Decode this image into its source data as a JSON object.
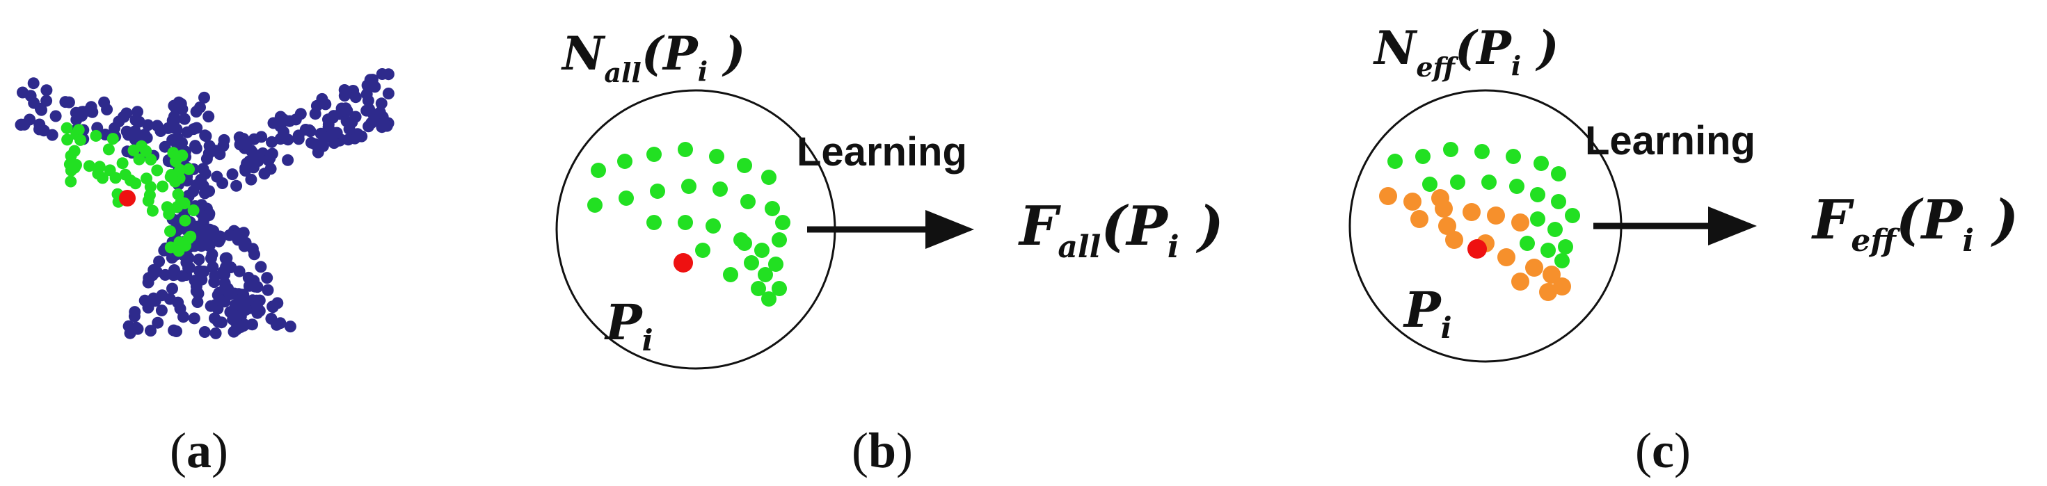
{
  "colors": {
    "point_cloud": "#2e2a8c",
    "neighbor": "#22e022",
    "center": "#ee1111",
    "effective": "#f6902c",
    "stroke": "#111111"
  },
  "panels": [
    {
      "id": "a",
      "caption_letter": "a"
    },
    {
      "id": "b",
      "neighborhood_symbol": "N",
      "neighborhood_subscript": "all",
      "neighborhood_arg": "(P",
      "neighborhood_arg_sub": "i",
      "neighborhood_close": " )",
      "point_symbol": "P",
      "point_subscript": "i",
      "arrow_label": "Learning",
      "feature_symbol": "F",
      "feature_subscript": "all",
      "feature_arg": "(P",
      "feature_arg_sub": "i",
      "feature_close": " )",
      "caption_letter": "b"
    },
    {
      "id": "c",
      "neighborhood_symbol": "N",
      "neighborhood_subscript": "eff",
      "neighborhood_arg": "(P",
      "neighborhood_arg_sub": "i",
      "neighborhood_close": " )",
      "point_symbol": "P",
      "point_subscript": "i",
      "arrow_label": "Learning",
      "feature_symbol": "F",
      "feature_subscript": "eff",
      "feature_arg": "(P",
      "feature_arg_sub": "i",
      "feature_close": " )",
      "caption_letter": "c"
    }
  ],
  "caption_open": "(",
  "caption_close": ")"
}
